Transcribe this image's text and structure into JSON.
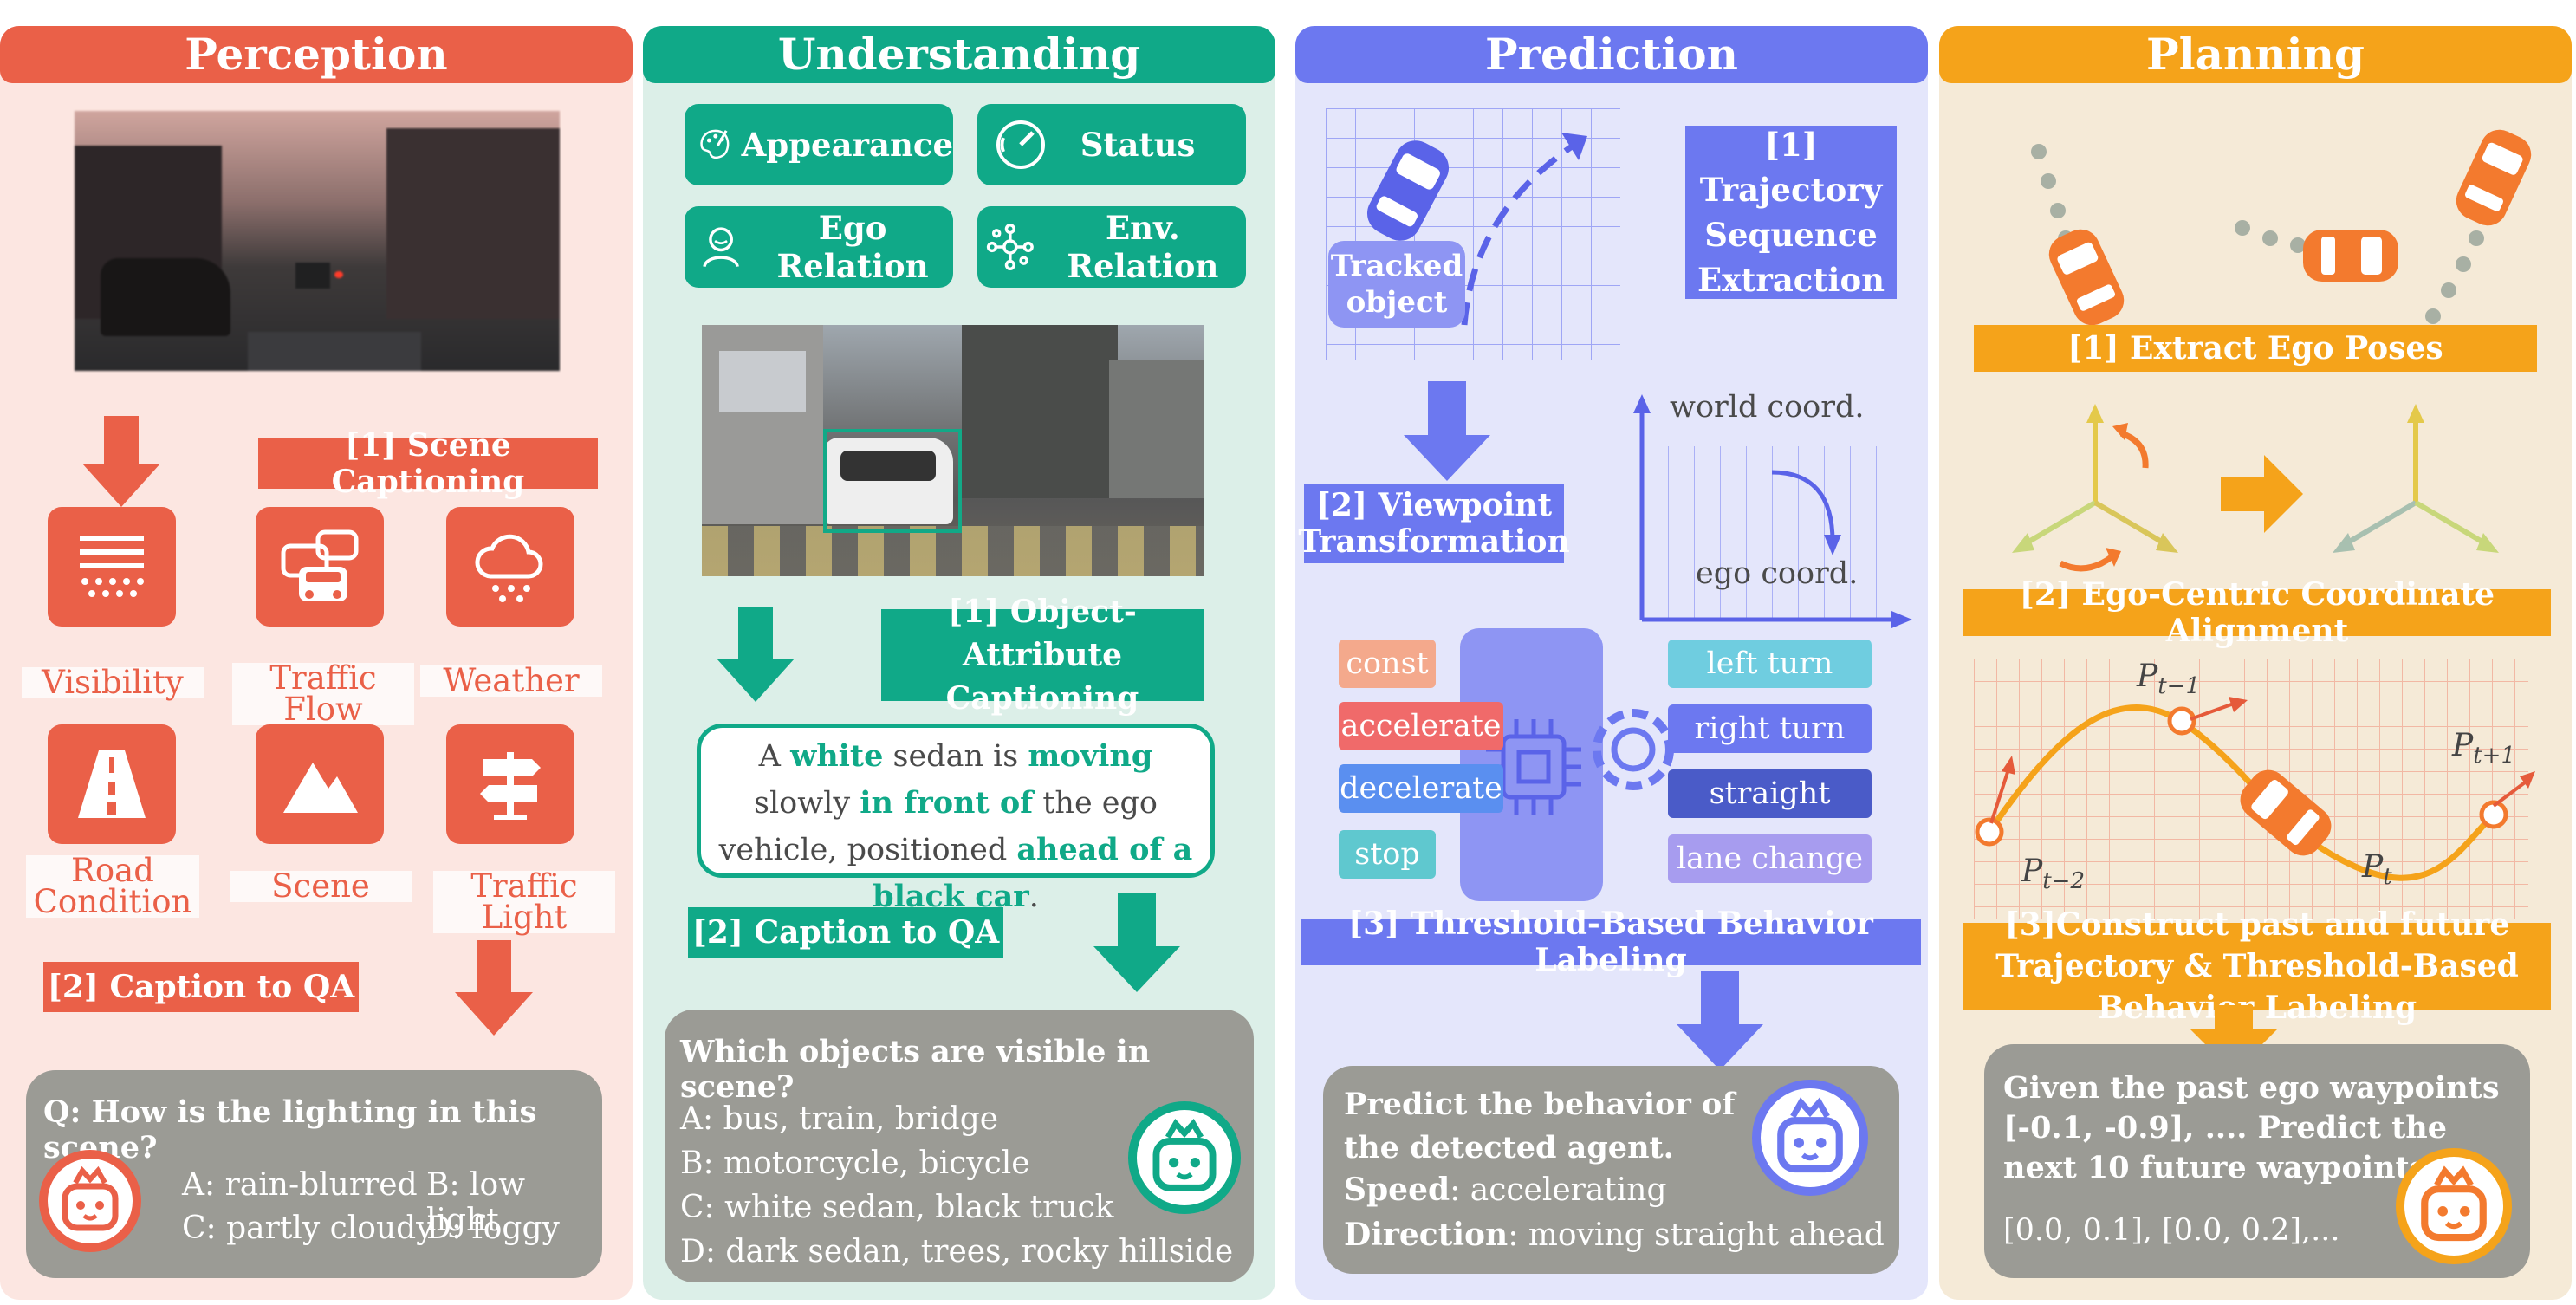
{
  "colors": {
    "perception": "#ea6048",
    "understanding": "#10a988",
    "prediction": "#6c78f0",
    "planning": "#f5a31a"
  },
  "perception": {
    "title": "Perception",
    "step1": "[1] Scene Captioning",
    "categories": [
      "Visibility",
      "Traffic Flow",
      "Weather",
      "Road Condition",
      "Scene",
      "Traffic Light"
    ],
    "category_icons": [
      "visibility-icon",
      "traffic-flow-icon",
      "weather-icon",
      "road-icon",
      "mountain-icon",
      "signpost-icon"
    ],
    "step2": "[2] Caption to QA",
    "question": "Q: How is the lighting in this scene?",
    "options": [
      "A: rain-blurred",
      "B: low light",
      "C: partly cloudy",
      "D: foggy"
    ]
  },
  "understanding": {
    "title": "Understanding",
    "attributes": [
      "Appearance",
      "Status",
      "Ego Relation",
      "Env. Relation"
    ],
    "attribute_icons": [
      "palette-icon",
      "gauge-icon",
      "person-icon",
      "network-icon"
    ],
    "step1": "[1] Object-Attribute Captioning",
    "caption": [
      "A ",
      "white",
      " sedan is ",
      "moving",
      " slowly ",
      "in front of",
      " the ego vehicle, positioned ",
      "ahead of a black car",
      "."
    ],
    "step2": "[2] Caption to QA",
    "question": "Which objects are visible in scene?",
    "options": [
      "A: bus, train, bridge",
      "B: motorcycle, bicycle",
      "C: white sedan, black truck",
      "D: dark sedan, trees, rocky hillside"
    ]
  },
  "prediction": {
    "title": "Prediction",
    "tracked": "Tracked object",
    "step1": "[1] Trajectory Sequence Extraction",
    "step2": "[2] Viewpoint Transformation",
    "world": "world coord.",
    "ego": "ego coord.",
    "speed_labels": [
      "const",
      "accelerate",
      "decelerate",
      "stop"
    ],
    "direction_labels": [
      "left turn",
      "right turn",
      "straight",
      "lane change"
    ],
    "step3": "[3] Threshold-Based Behavior Labeling",
    "question": "Predict the behavior of the detected agent.",
    "speed_key": "Speed",
    "speed_val": ": accelerating",
    "dir_key": "Direction",
    "dir_val": ": moving straight ahead"
  },
  "planning": {
    "title": "Planning",
    "step1": "[1] Extract Ego Poses",
    "step2": "[2] Ego-Centric Coordinate Alignment",
    "points": [
      "P",
      "P",
      "P",
      "P"
    ],
    "point_subs": [
      "t−1",
      "t+1",
      "t−2",
      "t"
    ],
    "step3": "[3]Construct past and future Trajectory & Threshold-Based Behavior Labeling",
    "question": "Given the past ego waypoints [-0.1, -0.9], .... Predict the next 10 future waypoints.",
    "answer": "[0.0, 0.1], [0.0, 0.2],..."
  }
}
